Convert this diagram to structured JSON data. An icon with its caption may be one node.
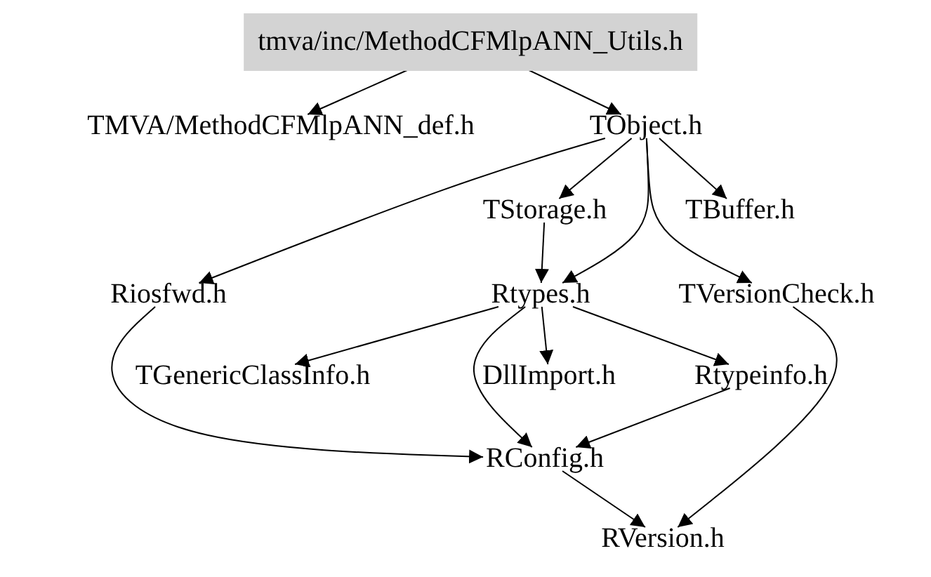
{
  "diagram": {
    "nodes": [
      {
        "text": [
          "tmva/inc/MethodCFMlpANN_Utils.h"
        ]
      },
      {
        "text": [
          "TMVA/MethodCFMlpANN_def.h"
        ]
      },
      {
        "text": [
          "TObject.h"
        ]
      },
      {
        "text": [
          "TStorage.h"
        ]
      },
      {
        "text": [
          "TBuffer.h"
        ]
      },
      {
        "text": [
          "Riosfwd.h"
        ]
      },
      {
        "text": [
          "Rtypes.h"
        ]
      },
      {
        "text": [
          "TVersionCheck.h"
        ]
      },
      {
        "text": [
          "TGenericClassInfo.h"
        ]
      },
      {
        "text": [
          "DllImport.h"
        ]
      },
      {
        "text": [
          "Rtypeinfo.h"
        ]
      },
      {
        "text": [
          "RConfig.h"
        ]
      },
      {
        "text": [
          "RVersion.h"
        ]
      }
    ],
    "edges": [
      {
        "from": 0,
        "to": 1,
        "arrow": "to"
      },
      {
        "from": 0,
        "to": 2,
        "arrow": "to"
      },
      {
        "from": 2,
        "to": 5,
        "arrow": "to"
      },
      {
        "from": 2,
        "to": 3,
        "arrow": "to"
      },
      {
        "from": 2,
        "to": 4,
        "arrow": "to"
      },
      {
        "from": 2,
        "to": 6,
        "arrow": "to"
      },
      {
        "from": 2,
        "to": 7,
        "arrow": "to"
      },
      {
        "from": 3,
        "to": 6,
        "arrow": "to"
      },
      {
        "from": 5,
        "to": 11,
        "arrow": "to"
      },
      {
        "from": 6,
        "to": 8,
        "arrow": "to"
      },
      {
        "from": 6,
        "to": 9,
        "arrow": "to"
      },
      {
        "from": 6,
        "to": 10,
        "arrow": "to"
      },
      {
        "from": 6,
        "to": 11,
        "arrow": "to"
      },
      {
        "from": 10,
        "to": 11,
        "arrow": "to"
      },
      {
        "from": 11,
        "to": 12,
        "arrow": "to"
      },
      {
        "from": 7,
        "to": 12,
        "arrow": "to"
      }
    ]
  }
}
